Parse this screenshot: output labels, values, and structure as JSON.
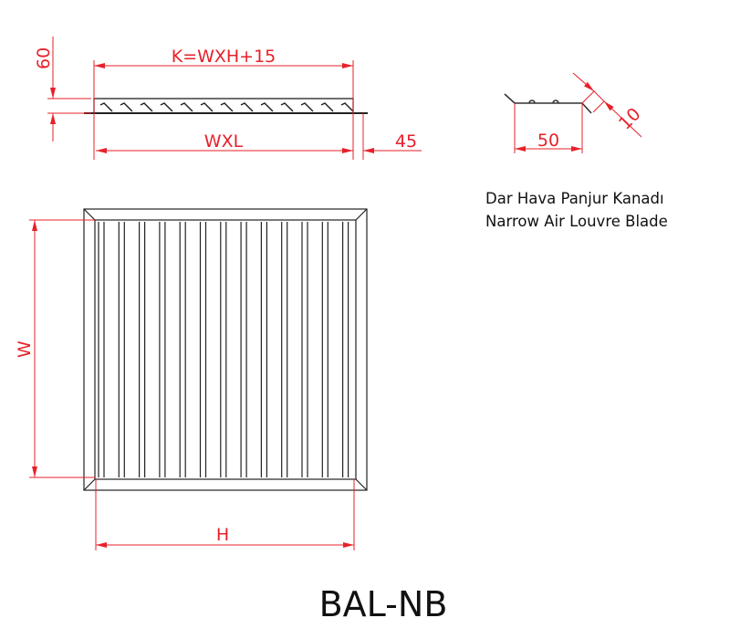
{
  "dimensions": {
    "height_60": "60",
    "k_formula": "K=WXH+15",
    "wxl": "WXL",
    "flange_45": "45",
    "blade_50": "50",
    "blade_10": "10",
    "w": "W",
    "h": "H"
  },
  "caption": {
    "turkish": "Dar Hava Panjur Kanadı",
    "english": "Narrow Air Louvre Blade"
  },
  "title": "BAL-NB",
  "colors": {
    "dimension": "#e8202a",
    "outline": "#222222"
  }
}
